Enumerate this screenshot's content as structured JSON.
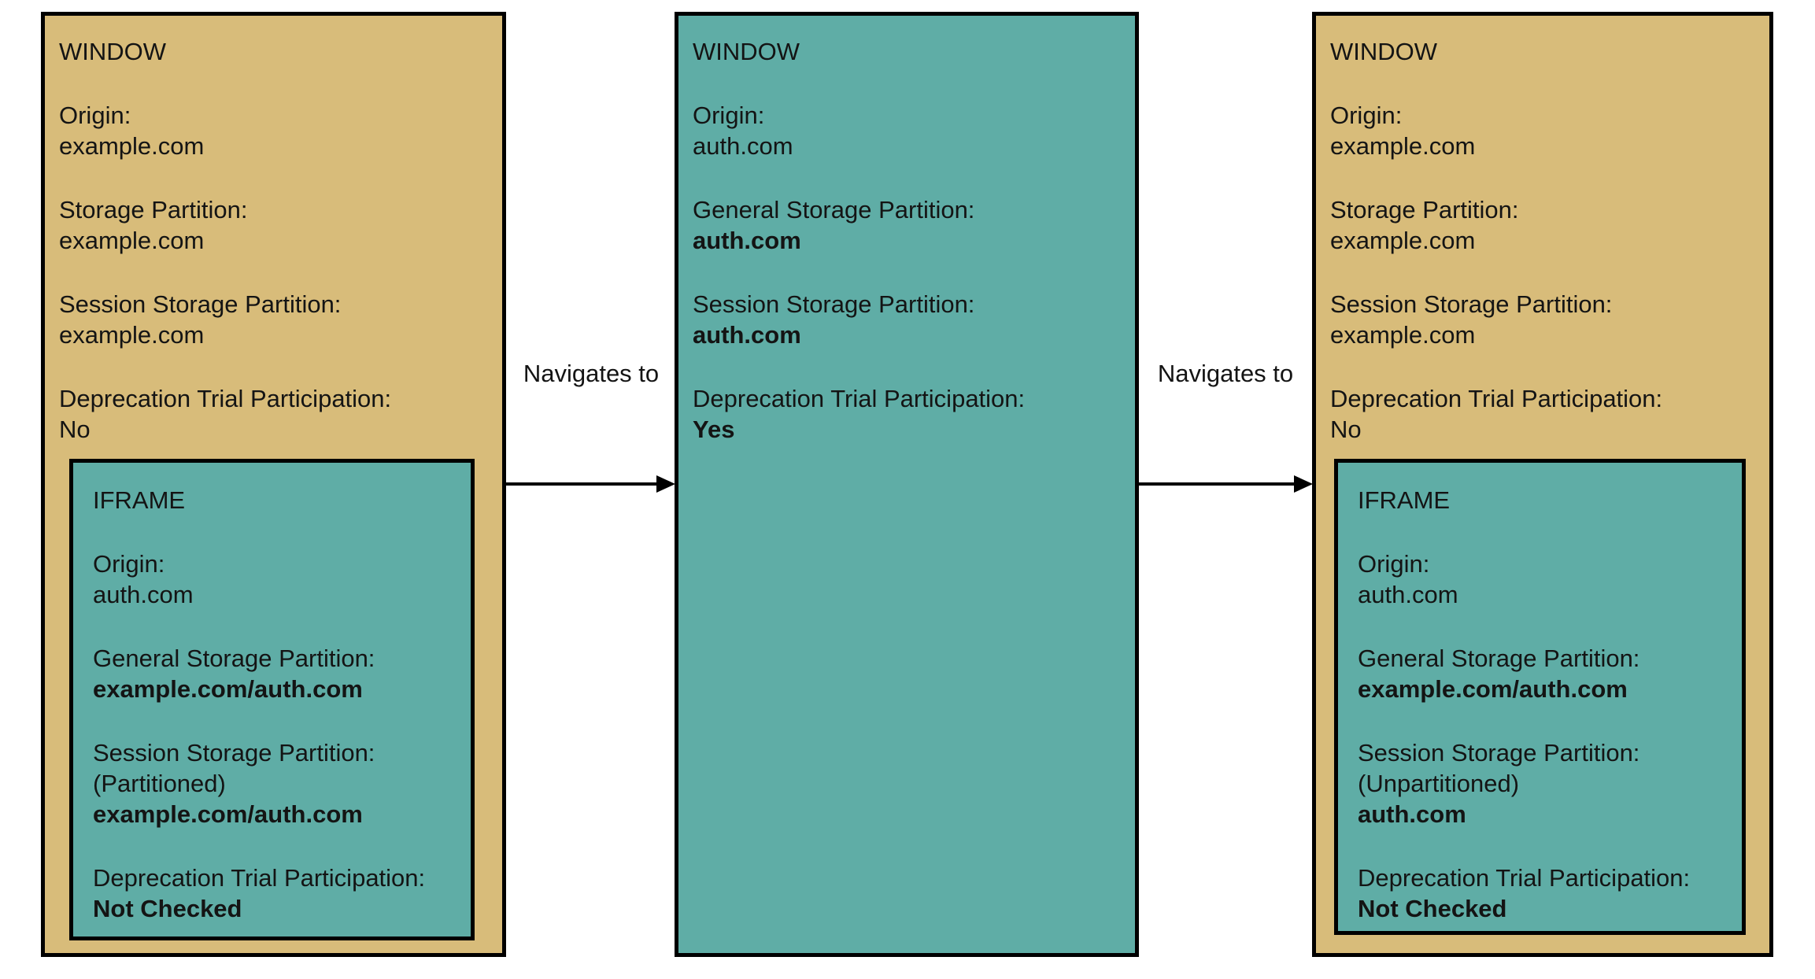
{
  "colors": {
    "window_tan": "#d8bc7a",
    "teal": "#5fada6",
    "border": "#000000",
    "background": "#ffffff",
    "text": "#141414"
  },
  "windows": [
    {
      "title": "WINDOW",
      "fields": [
        {
          "label": "Origin:",
          "value": "example.com"
        },
        {
          "label": "Storage Partition:",
          "value": "example.com"
        },
        {
          "label": "Session Storage Partition:",
          "value": "example.com"
        },
        {
          "label": "Deprecation Trial Participation:",
          "value": "No"
        }
      ],
      "iframe": {
        "title": "IFRAME",
        "fields": [
          {
            "label": "Origin:",
            "value": "auth.com"
          },
          {
            "label": "General Storage Partition:",
            "value": "example.com/auth.com"
          },
          {
            "label": "Session Storage Partition:",
            "note": "(Partitioned)",
            "value": "example.com/auth.com"
          },
          {
            "label": "Deprecation Trial Participation:",
            "value": "Not Checked"
          }
        ]
      }
    },
    {
      "title": "WINDOW",
      "fields": [
        {
          "label": "Origin:",
          "value": "auth.com"
        },
        {
          "label": "General Storage Partition:",
          "value": "auth.com"
        },
        {
          "label": "Session Storage Partition:",
          "value": "auth.com"
        },
        {
          "label": "Deprecation Trial Participation:",
          "value": "Yes"
        }
      ]
    },
    {
      "title": "WINDOW",
      "fields": [
        {
          "label": "Origin:",
          "value": "example.com"
        },
        {
          "label": "Storage Partition:",
          "value": "example.com"
        },
        {
          "label": "Session Storage Partition:",
          "value": "example.com"
        },
        {
          "label": "Deprecation Trial Participation:",
          "value": "No"
        }
      ],
      "iframe": {
        "title": "IFRAME",
        "fields": [
          {
            "label": "Origin:",
            "value": "auth.com"
          },
          {
            "label": "General Storage Partition:",
            "value": "example.com/auth.com"
          },
          {
            "label": "Session Storage Partition:",
            "note": "(Unpartitioned)",
            "value": "auth.com"
          },
          {
            "label": "Deprecation Trial Participation:",
            "value": "Not Checked"
          }
        ]
      }
    }
  ],
  "arrows": [
    {
      "label": "Navigates to"
    },
    {
      "label": "Navigates to"
    }
  ]
}
